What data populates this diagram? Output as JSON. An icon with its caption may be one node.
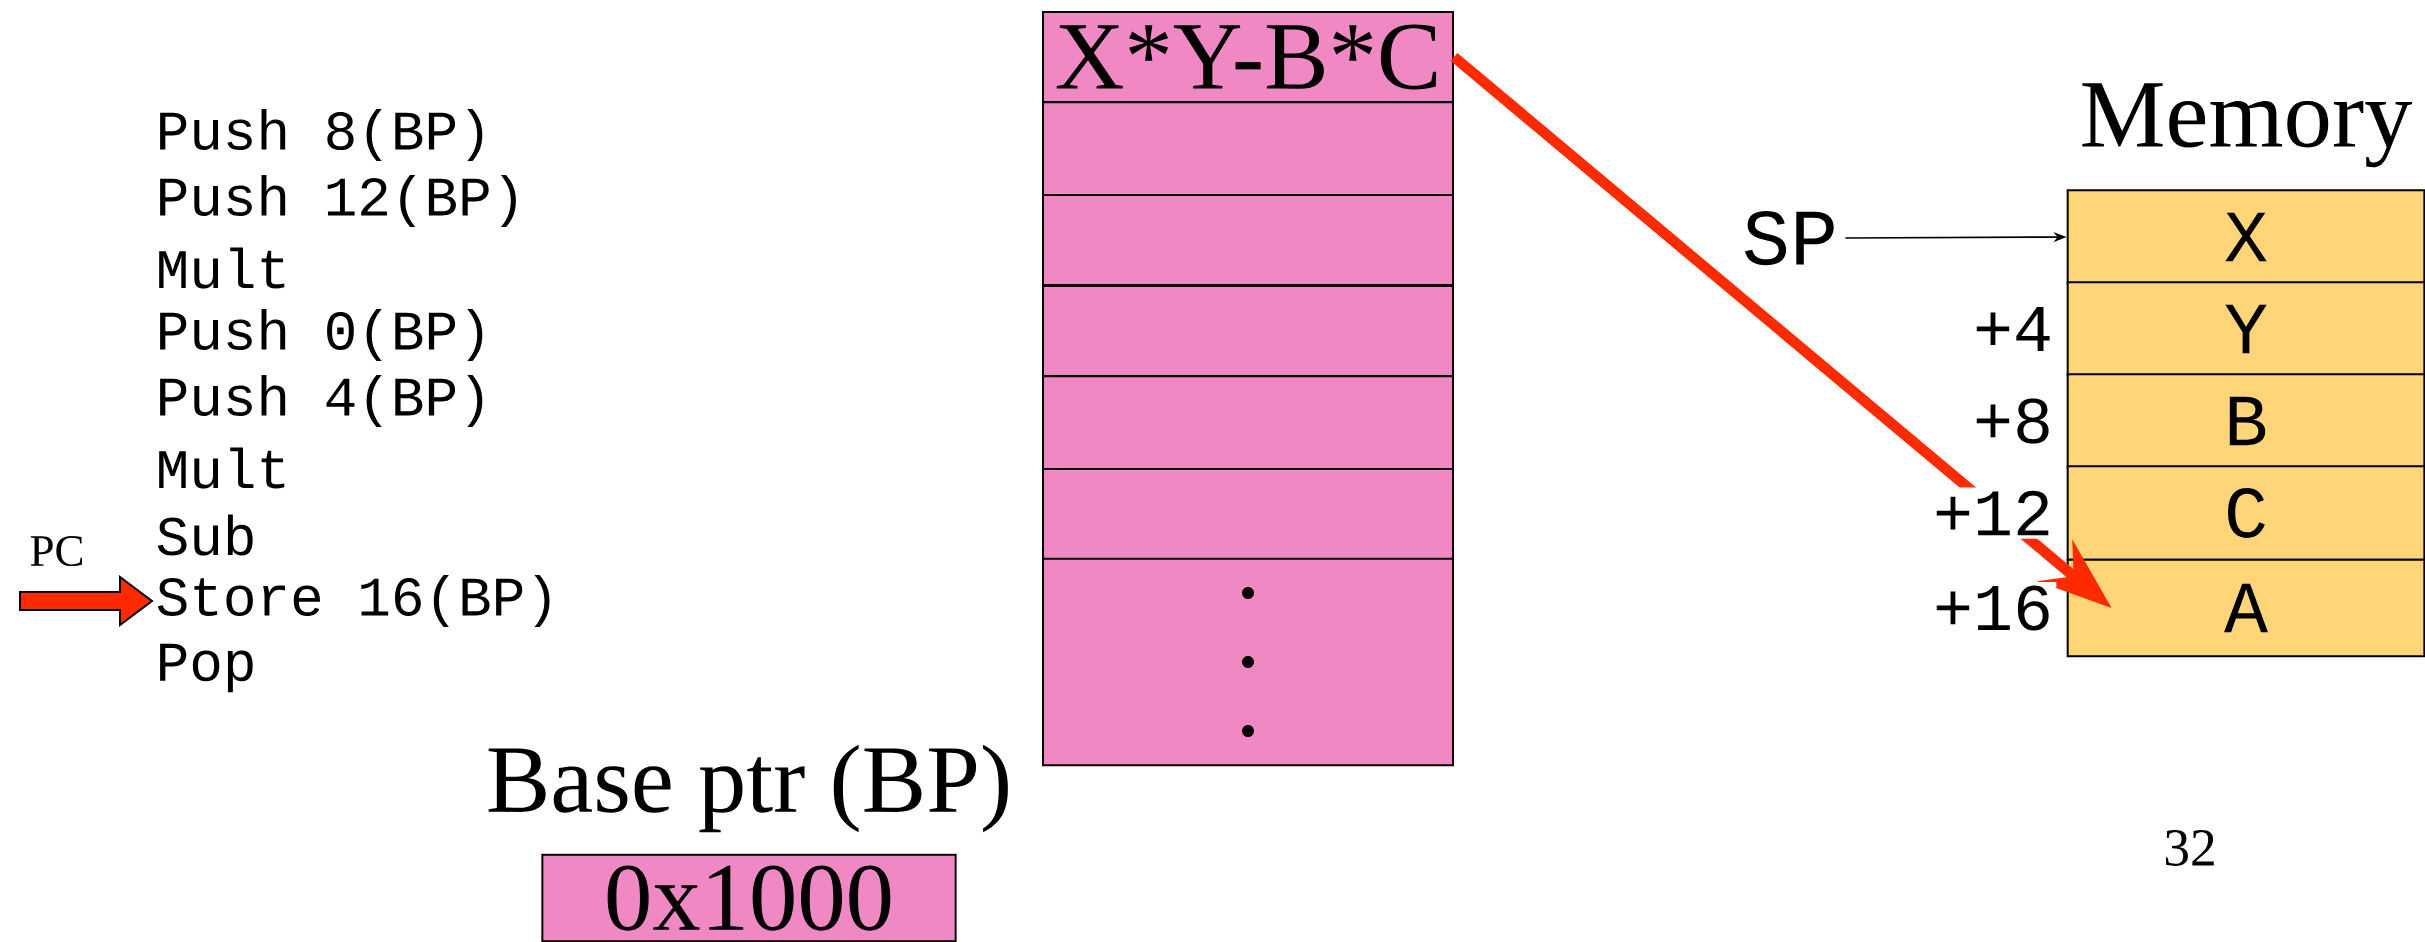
{
  "diagram": {
    "nodes": [
      {
        "text": [
          "Store 16(BP)"
        ]
      },
      {
        "text": [
          "X*Y-B*C"
        ]
      },
      {
        "text": [],
        "shape": "box"
      },
      {
        "text": [],
        "shape": "box"
      },
      {
        "text": [],
        "shape": "box"
      },
      {
        "text": [],
        "shape": "box"
      },
      {
        "text": [],
        "shape": "box"
      },
      {
        "text": [],
        "shape": "box"
      },
      {
        "text": [
          "Base ptr (BP)",
          "0x1000"
        ]
      },
      {
        "text": [
          "SP"
        ]
      },
      {
        "text": [
          "X"
        ]
      },
      {
        "text": [
          "Y"
        ],
        "beside": [
          "+4"
        ]
      },
      {
        "text": [
          "B"
        ],
        "beside": [
          "+8"
        ]
      },
      {
        "text": [
          "C"
        ],
        "beside": [
          "+12"
        ]
      },
      {
        "text": [
          "A"
        ],
        "beside": [
          "+16"
        ]
      }
    ],
    "edges": [
      {
        "from": null,
        "to": 0,
        "arrow": "to",
        "label": "PC",
        "style": "thick",
        "color": "#ff2a00"
      },
      {
        "from": 9,
        "to": 10,
        "arrow": "to"
      },
      {
        "from": 1,
        "to": 14,
        "arrow": "to",
        "style": "thick",
        "color": "#ff2a00"
      }
    ],
    "labels": [
      "Push 8(BP)",
      "Push 12(BP)",
      "Mult",
      "Push 0(BP)",
      "Push 4(BP)",
      "Mult",
      "Sub",
      "Pop",
      "Memory",
      "32"
    ]
  }
}
